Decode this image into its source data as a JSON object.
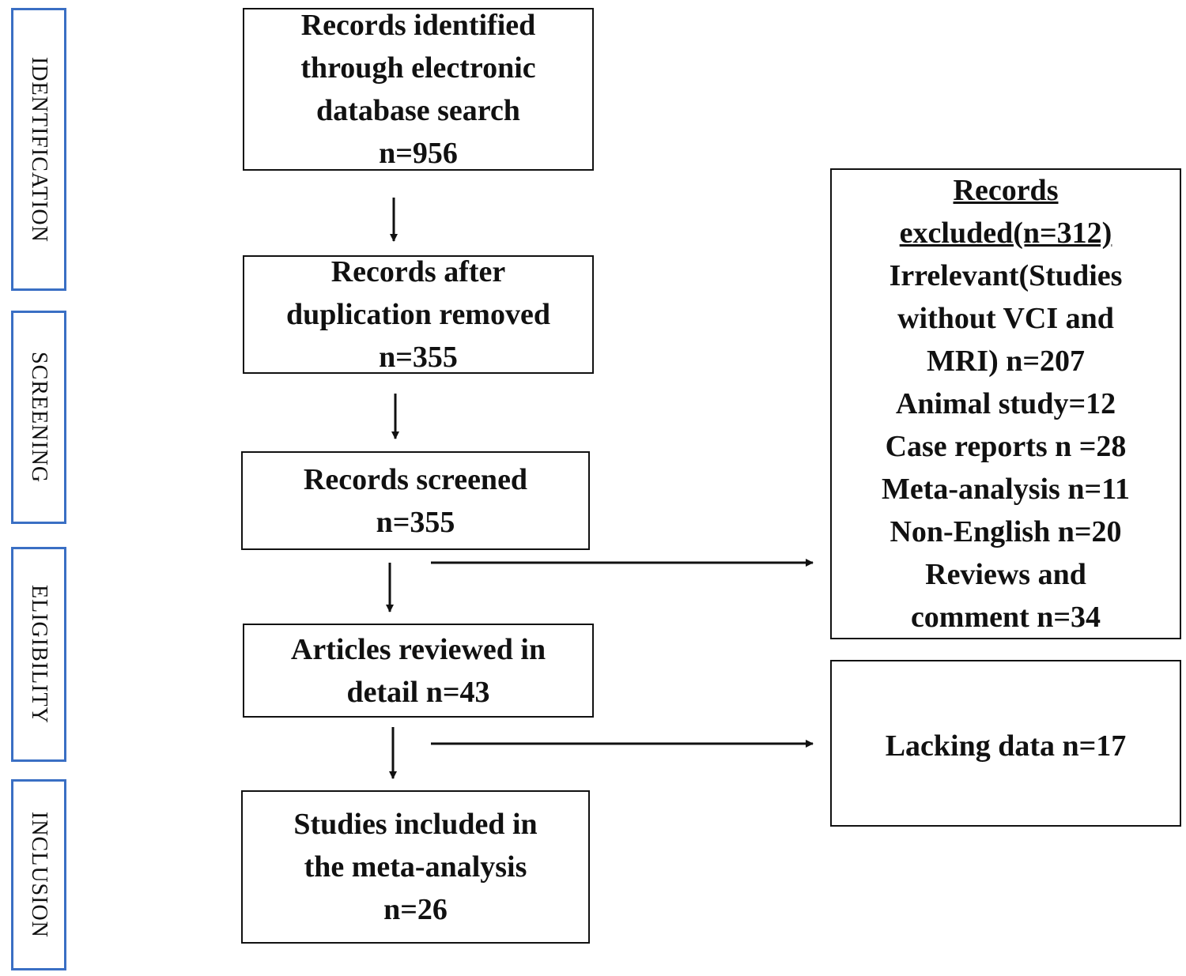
{
  "phases": {
    "identification": "IDENTIFICATION",
    "screening": "SCREENING",
    "eligibility": "ELIGIBILITY",
    "inclusion": "INCLUSION"
  },
  "boxes": {
    "identified": [
      "Records identified",
      "through electronic",
      "database search",
      "n=956"
    ],
    "deduplicated": [
      "Records after",
      "duplication removed",
      "n=355"
    ],
    "screened": [
      "Records screened",
      "n=355"
    ],
    "reviewed": [
      "Articles reviewed in",
      "detail n=43"
    ],
    "included": [
      "Studies included in",
      "the meta-analysis",
      "n=26"
    ]
  },
  "excluded": {
    "header": [
      "Records",
      "excluded(n=312)"
    ],
    "reasons": [
      "Irrelevant(Studies",
      "without VCI and",
      "MRI) n=207",
      "Animal study=12",
      "Case reports n =28",
      "Meta-analysis n=11",
      "Non-English n=20",
      "Reviews and",
      "comment n=34"
    ]
  },
  "lacking": "Lacking data n=17"
}
